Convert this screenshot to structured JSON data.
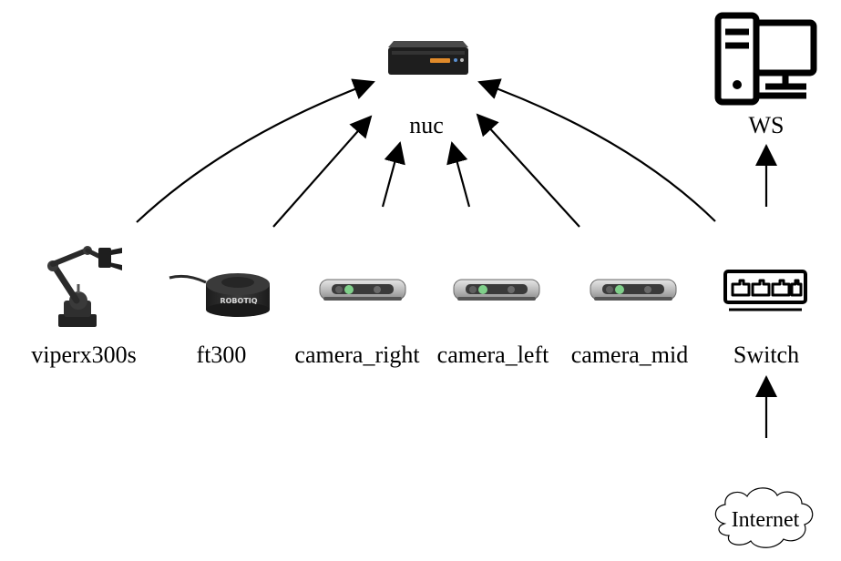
{
  "nodes": {
    "nuc": "nuc",
    "ws": "WS",
    "viperx": "viperx300s",
    "ft300": "ft300",
    "camera_right": "camera_right",
    "camera_left": "camera_left",
    "camera_mid": "camera_mid",
    "switch": "Switch",
    "internet": "Internet"
  },
  "sensor_brand": "ROBOTIQ",
  "colors": {
    "line": "#000000",
    "device_dark": "#2a2a2a",
    "camera_silver": "#c9c9c9",
    "camera_lens_green": "#7fd08a",
    "nuc_accent": "#e08a2a"
  },
  "edges": [
    {
      "from": "viperx300s",
      "to": "nuc"
    },
    {
      "from": "ft300",
      "to": "nuc"
    },
    {
      "from": "camera_right",
      "to": "nuc"
    },
    {
      "from": "camera_left",
      "to": "nuc"
    },
    {
      "from": "camera_mid",
      "to": "nuc"
    },
    {
      "from": "Switch",
      "to": "nuc"
    },
    {
      "from": "Switch",
      "to": "WS"
    },
    {
      "from": "Internet",
      "to": "Switch"
    }
  ]
}
